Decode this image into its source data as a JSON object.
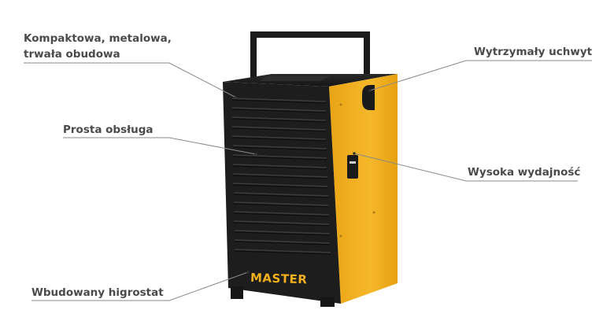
{
  "product": {
    "brand": "MASTER",
    "colors": {
      "body_black": "#1c1c1c",
      "side_yellow": "#f2b01e",
      "callout_line": "#8a8a8a",
      "label_text": "#4a4a4a"
    }
  },
  "callouts": {
    "housing": "Kompaktowa, metalowa,\ntrwała obudowa",
    "handle": "Wytrzymały uchwyt",
    "operation": "Prosta obsługa",
    "performance": "Wysoka wydajność",
    "hygrostat": "Wbudowany higrostat"
  }
}
